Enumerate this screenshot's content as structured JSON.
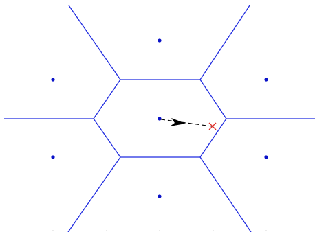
{
  "diagram": {
    "kind": "voronoi",
    "colors": {
      "background": "#ffffff",
      "edge": "#1f2be0",
      "site": "#0a12c8",
      "arrow": "#000000",
      "target": "#e0302a"
    },
    "cell_edge_count": 12,
    "site_count": 7,
    "arrow_style": "dashed",
    "target_marker": "x-mark-icon"
  }
}
